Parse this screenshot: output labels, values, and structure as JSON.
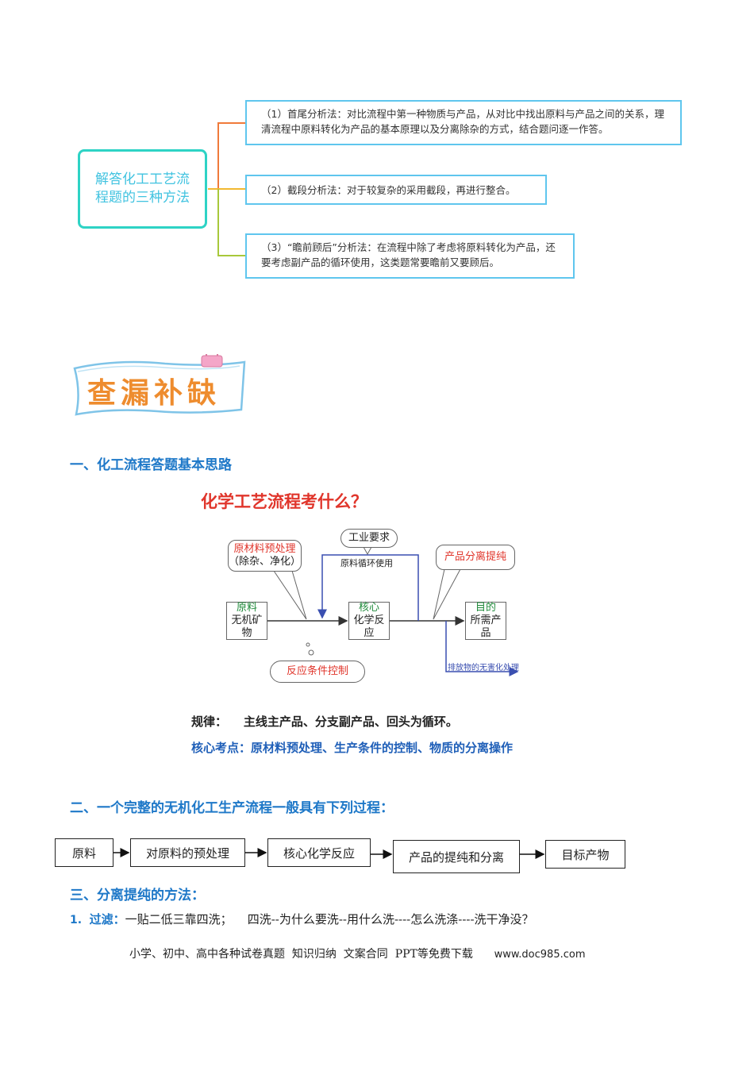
{
  "mindmap": {
    "root": "解答化工工艺流程题的三种方法",
    "branches": [
      {
        "text": "（1）首尾分析法：对比流程中第一种物质与产品，从对比中找出原料与产品之间的关系，理清流程中原料转化为产品的基本原理以及分离除杂的方式，结合题问逐一作答。"
      },
      {
        "text": "（2）截段分析法：对于较复杂的采用截段，再进行整合。"
      },
      {
        "text": "（3）“瞻前顾后”分析法：在流程中除了考虑将原料转化为产品，还要考虑副产品的循环使用，这类题常要瞻前又要顾后。"
      }
    ],
    "colors": {
      "root": "#2ed3c5",
      "branch_box": "#5fc6ee",
      "line1": "#f07a3a",
      "line2": "#f2b830",
      "line3": "#a8c83a"
    }
  },
  "banner": {
    "text": "查漏补缺",
    "color": "#ee8c2e"
  },
  "section1": {
    "heading": "一、化工流程答题基本思路",
    "figure": {
      "title": "化学工艺流程考什么？",
      "raw": {
        "l1": "原料",
        "l2": "无机矿物"
      },
      "core": {
        "l1": "核心",
        "l2": "化学反应"
      },
      "goal": {
        "l1": "目的",
        "l2": "所需产品"
      },
      "pretreat": {
        "l1": "原材料预处理",
        "l2": "（除杂、净化）"
      },
      "separation": "产品分离提纯",
      "industry": "工业要求",
      "recycle": "原料循环使用",
      "condition": "反应条件控制",
      "waste": "排放物的无害化处理"
    },
    "rule_label": "规律：",
    "rule_text": "主线主产品、分支副产品、回头为循环。",
    "core_points": "核心考点：原材料预处理、生产条件的控制、物质的分离操作"
  },
  "section2": {
    "heading": "二、一个完整的无机化工生产流程一般具有下列过程：",
    "steps": [
      "原料",
      "对原料的预处理",
      "核心化学反应",
      "产品的提纯和分离",
      "目标产物"
    ]
  },
  "section3": {
    "heading": "三、分离提纯的方法：",
    "item1_num": "1.",
    "item1_label": "过滤：",
    "item1_text": "一贴二低三靠四洗；    四洗--为什么要洗--用什么洗----怎么洗涤----洗干净没？"
  },
  "footer": {
    "text": "小学、初中、高中各种试卷真题  知识归纳  文案合同  PPT等免费下载",
    "url": "www.doc985.com"
  }
}
